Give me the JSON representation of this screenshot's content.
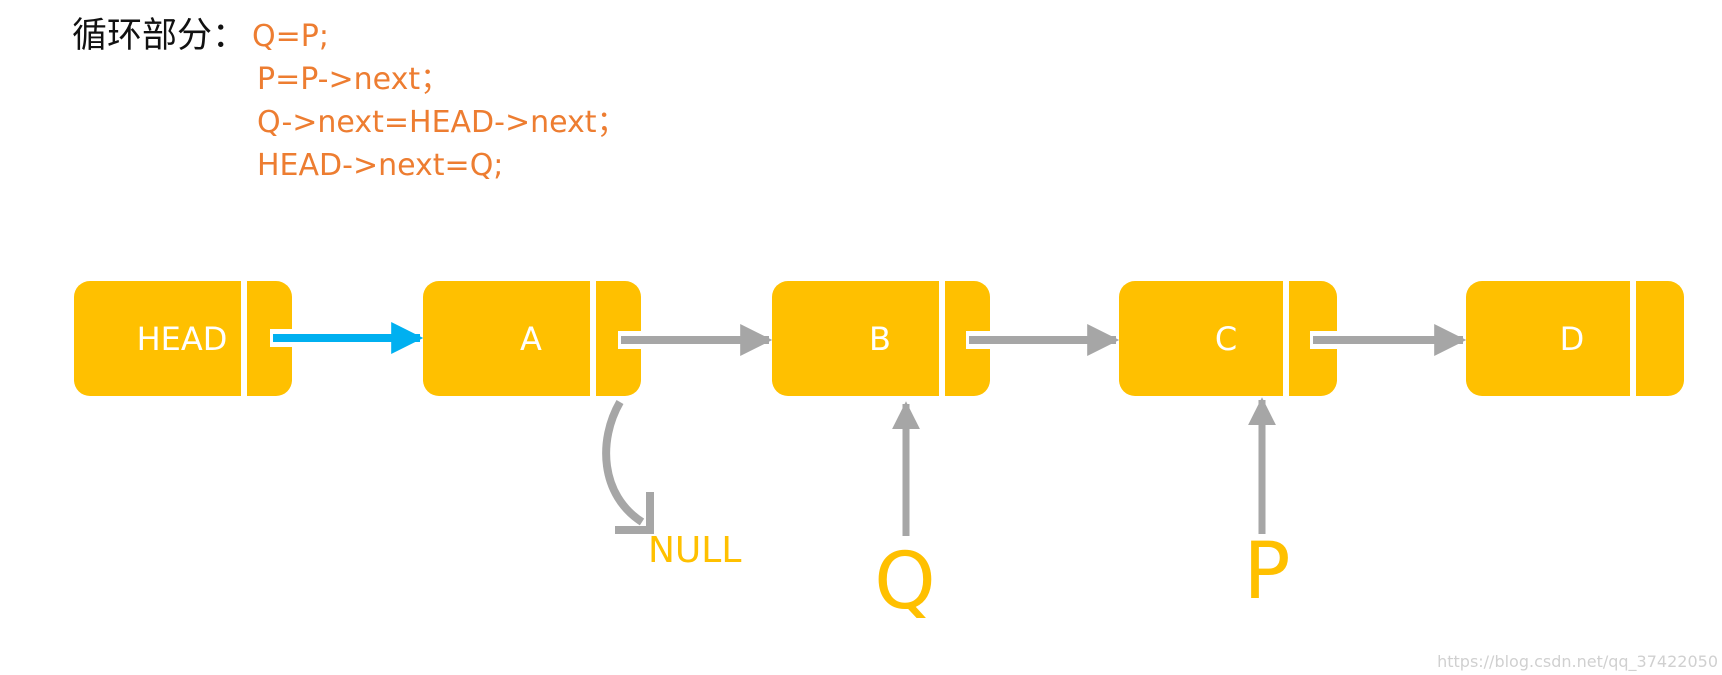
{
  "caption": {
    "label": "循环部分：",
    "code_lines": [
      "Q=P;",
      "P=P->next；",
      "Q->next=HEAD->next；",
      "HEAD->next=Q;"
    ]
  },
  "nodes": [
    {
      "label": "HEAD"
    },
    {
      "label": "A"
    },
    {
      "label": "B"
    },
    {
      "label": "C"
    },
    {
      "label": "D"
    }
  ],
  "null_label": "NULL",
  "pointers": {
    "q_label": "Q",
    "p_label": "P"
  },
  "watermark": "https://blog.csdn.net/qq_37422050",
  "colors": {
    "node_fill": "#FFC000",
    "node_text": "#FFFFFF",
    "code_text": "#ED7D31",
    "caption_text": "#111111",
    "link_gray": "#A6A6A6",
    "link_blue": "#00B0F0",
    "pointer_label": "#FFC000"
  }
}
